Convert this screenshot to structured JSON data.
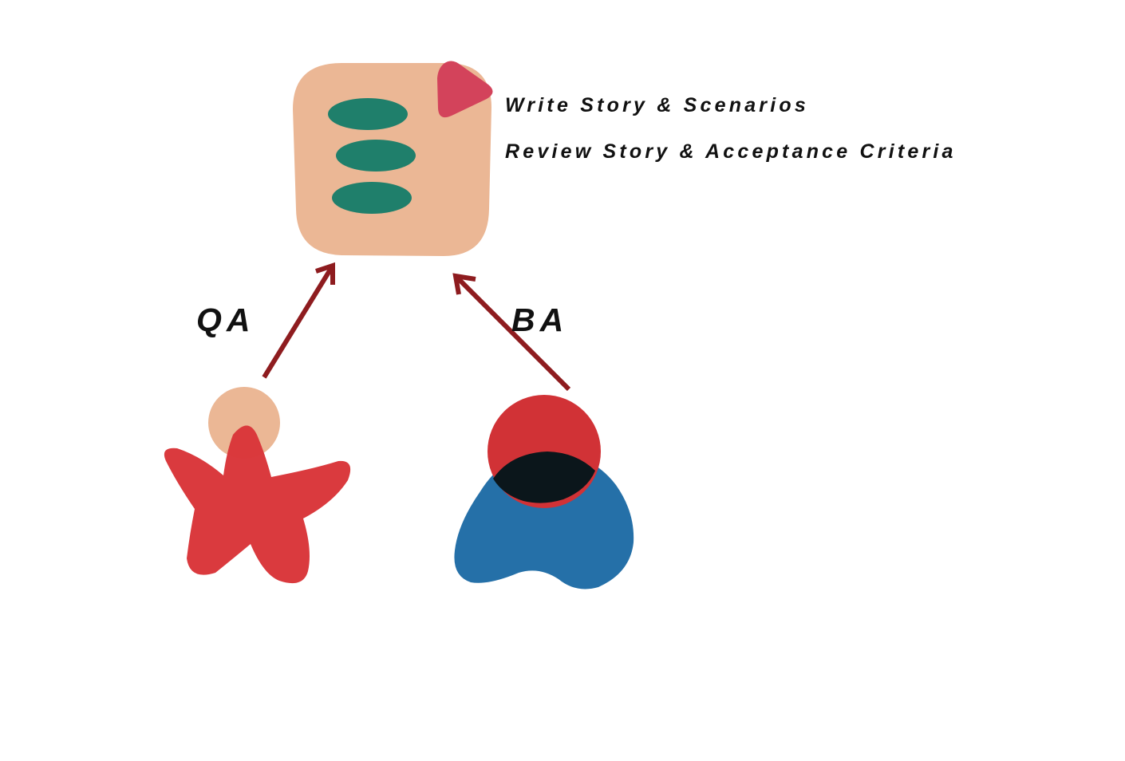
{
  "steps": [
    {
      "label": "Write Story & Scenarios"
    },
    {
      "label": "Review Story & Acceptance Criteria"
    }
  ],
  "roles": {
    "qa": {
      "label": "QA"
    },
    "ba": {
      "label": "BA"
    }
  },
  "colors": {
    "story_card": "#ebb795",
    "card_lines": "#1f7f6b",
    "card_corner": "#d3435b",
    "arrow": "#8e1c1f",
    "qa_head": "#ebb795",
    "qa_body": "#d9363a",
    "ba_head": "#d13236",
    "ba_body": "#2570a8",
    "ba_overlap": "#0b161b"
  },
  "icons": {
    "story_card": "story-card-icon",
    "qa_person": "qa-person-icon",
    "ba_person": "ba-person-icon"
  }
}
